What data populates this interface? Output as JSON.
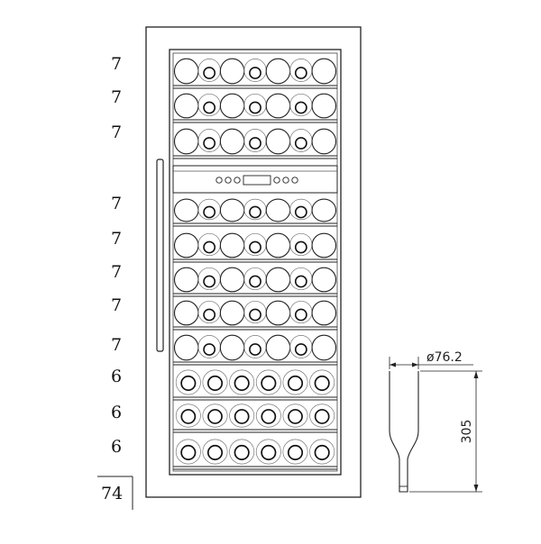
{
  "shelves": [
    {
      "count": "7",
      "bottles": 7
    },
    {
      "count": "7",
      "bottles": 7
    },
    {
      "count": "7",
      "bottles": 7
    },
    {
      "count": "7",
      "bottles": 7
    },
    {
      "count": "7",
      "bottles": 7
    },
    {
      "count": "7",
      "bottles": 7
    },
    {
      "count": "7",
      "bottles": 7
    },
    {
      "count": "7",
      "bottles": 7
    },
    {
      "count": "6",
      "bottles": 6
    },
    {
      "count": "6",
      "bottles": 6
    },
    {
      "count": "6",
      "bottles": 6
    }
  ],
  "total": "74",
  "bottle": {
    "diameter": "ø76.2",
    "height": "305"
  }
}
